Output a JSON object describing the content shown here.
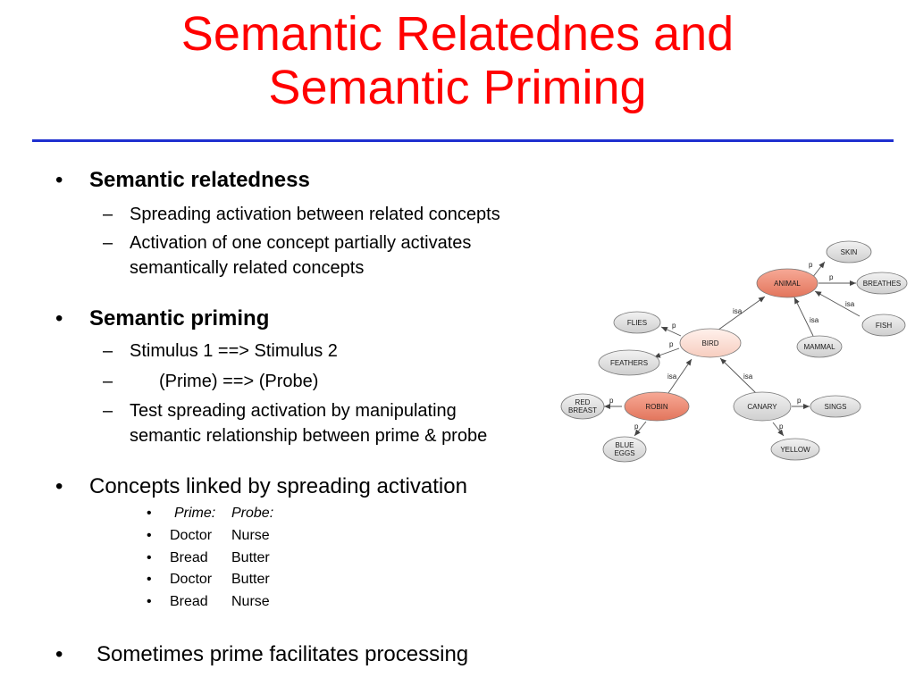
{
  "title": {
    "line1": "Semantic Relatednes and",
    "line2": "Semantic Priming"
  },
  "colors": {
    "title": "#ff0000",
    "rule": "#1f2fd0",
    "node_fill": "#dedede",
    "node_highlight": "#f0937b",
    "node_light": "#fde0d6"
  },
  "bullets": {
    "relatedness": {
      "heading": "Semantic relatedness",
      "sub1": "Spreading activation between related concepts",
      "sub2_line1": "Activation of one concept partially activates",
      "sub2_line2": "semantically related concepts"
    },
    "priming": {
      "heading": "Semantic priming",
      "sub1": "Stimulus 1 ==> Stimulus 2",
      "sub2": "(Prime) ==> (Probe)",
      "sub3_line1": "Test spreading activation by manipulating",
      "sub3_line2": "semantic relationship between prime & probe"
    },
    "linked": {
      "heading": "Concepts linked by spreading activation",
      "header_prime": "Prime:",
      "header_probe": "Probe:",
      "pairs": [
        {
          "prime": "Doctor",
          "probe": "Nurse"
        },
        {
          "prime": "Bread",
          "probe": "Butter"
        },
        {
          "prime": "Doctor",
          "probe": "Butter"
        },
        {
          "prime": "Bread",
          "probe": "Nurse"
        }
      ]
    },
    "facilitates": "Sometimes prime facilitates processing"
  },
  "glyphs": {
    "bullet": "•",
    "dash": "–"
  },
  "diagram": {
    "nodes": {
      "animal": "ANIMAL",
      "skin": "SKIN",
      "breathes": "BREATHES",
      "fish": "FISH",
      "flies": "FLIES",
      "bird": "BIRD",
      "mammal": "MAMMAL",
      "feathers": "FEATHERS",
      "red_breast_1": "RED",
      "red_breast_2": "BREAST",
      "robin": "ROBIN",
      "canary": "CANARY",
      "sings": "SINGS",
      "blue_eggs_1": "BLUE",
      "blue_eggs_2": "EGGS",
      "yellow": "YELLOW"
    },
    "edges": {
      "p": "p",
      "isa": "isa"
    }
  }
}
